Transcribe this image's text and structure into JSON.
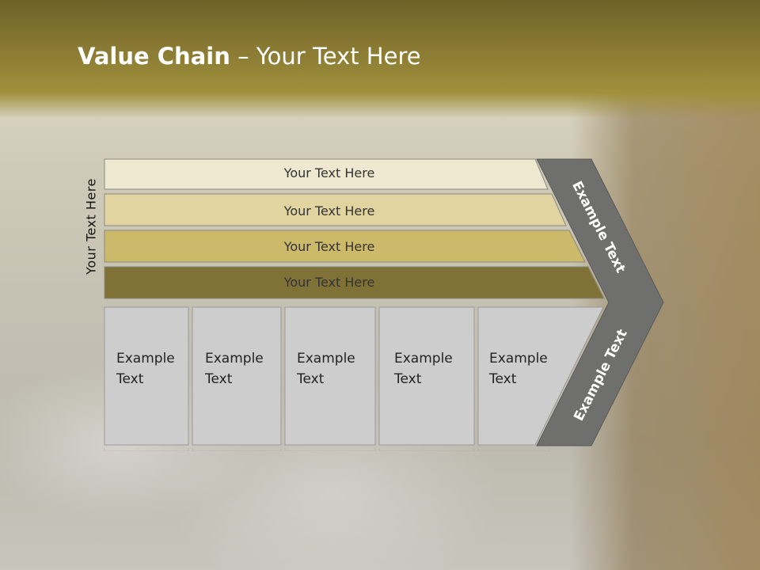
{
  "slide": {
    "title_bold": "Value Chain",
    "title_rest": " – Your Text Here",
    "side_label": "Your Text Here"
  },
  "bars": [
    {
      "label": "Your Text Here",
      "color": "#efe8d0"
    },
    {
      "label": "Your Text Here",
      "color": "#e1d4a0"
    },
    {
      "label": "Your Text Here",
      "color": "#cdb96a"
    },
    {
      "label": "Your Text Here",
      "color": "#807236"
    }
  ],
  "boxes": [
    {
      "line1": "Example",
      "line2": "Text"
    },
    {
      "line1": "Example",
      "line2": "Text"
    },
    {
      "line1": "Example",
      "line2": "Text"
    },
    {
      "line1": "Example",
      "line2": "Text"
    },
    {
      "line1": "Example",
      "line2": "Text"
    }
  ],
  "chevron": {
    "upper_label": "Example Text",
    "lower_label": "Example Text",
    "color": "#6f6f6d"
  }
}
